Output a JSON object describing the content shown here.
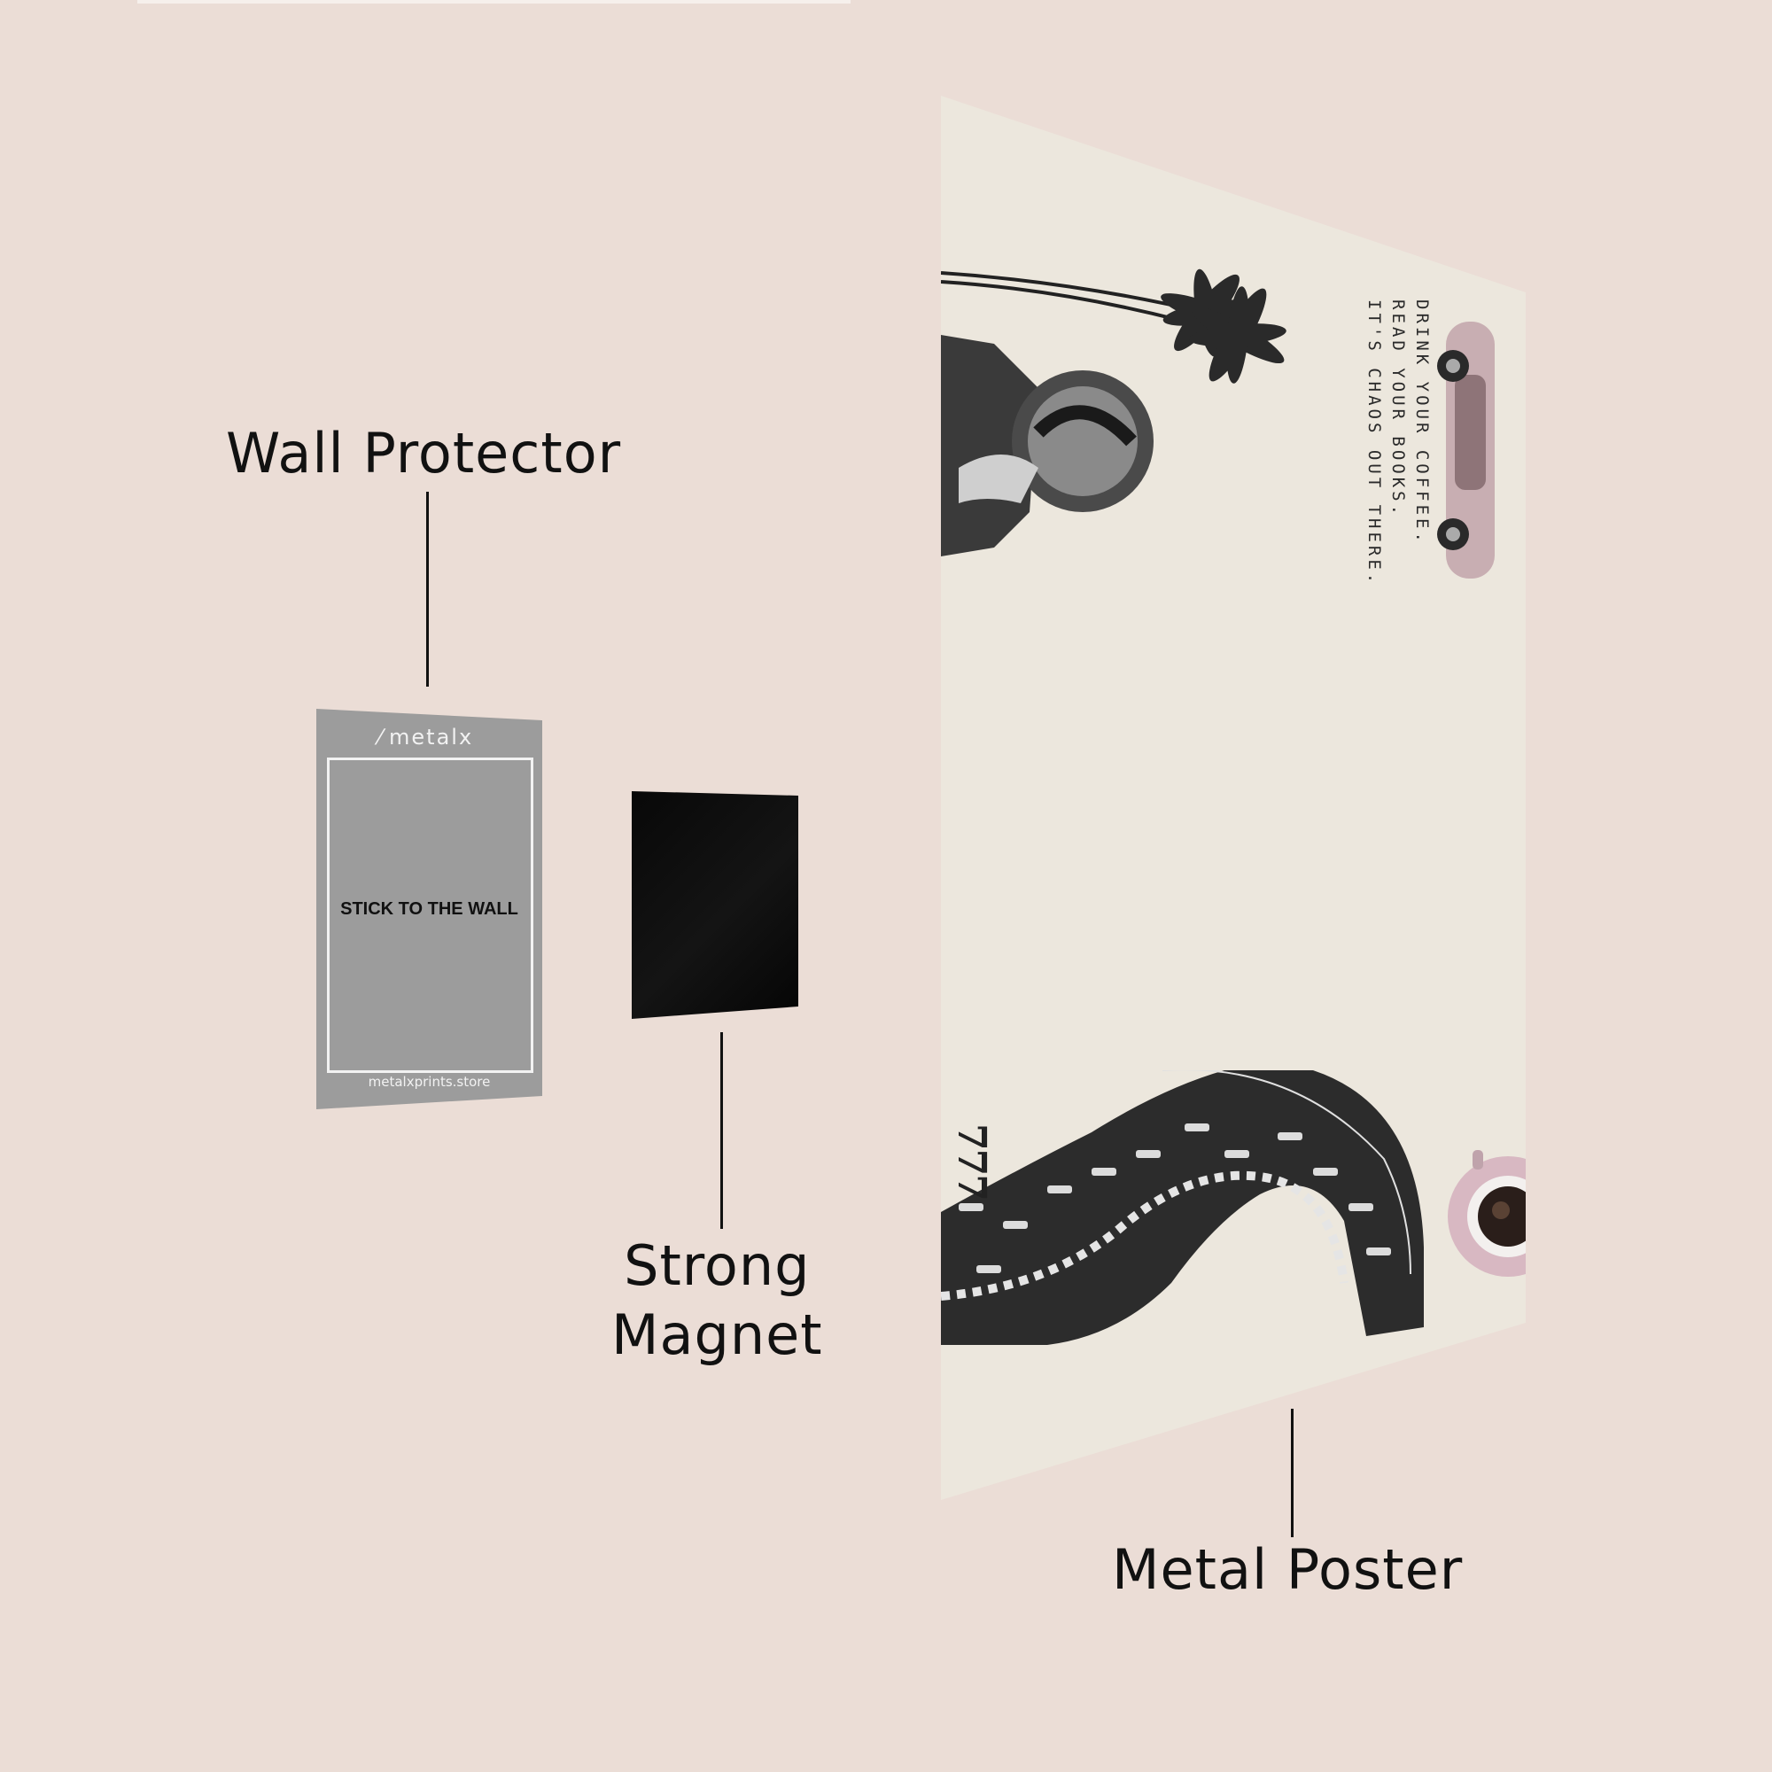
{
  "labels": {
    "wall_protector": "Wall Protector",
    "strong_magnet_line1": "Strong",
    "strong_magnet_line2": "Magnet",
    "metal_poster": "Metal Poster"
  },
  "protector": {
    "brand": "metalx",
    "instruction": "STICK TO THE WALL",
    "website": "metalxprints.store"
  },
  "poster": {
    "quote_line1": "DRINK YOUR COFFEE.",
    "quote_line2": "READ YOUR BOOKS.",
    "quote_line3": "IT'S CHAOS OUT THERE.",
    "number": "777"
  },
  "colors": {
    "background": "#ebddd6",
    "protector": "#9c9c9c",
    "magnet": "#0a0a0a",
    "poster": "#ece7dd",
    "text": "#111111"
  }
}
